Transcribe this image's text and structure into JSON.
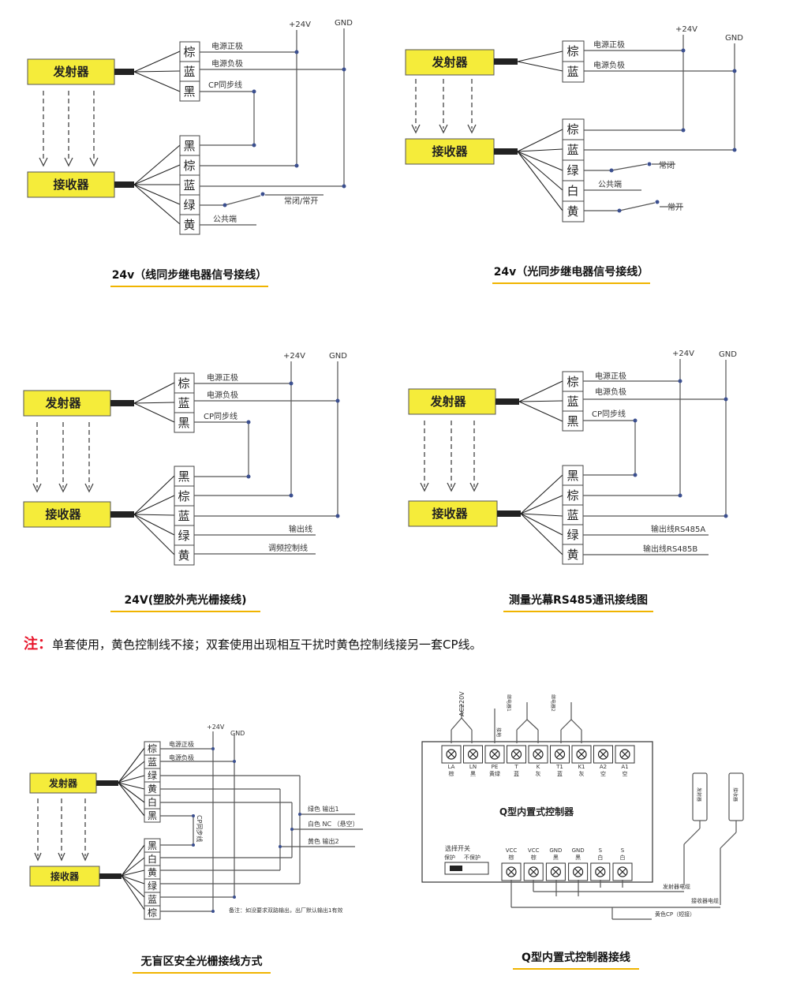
{
  "labels": {
    "emitter": "发射器",
    "receiver": "接收器",
    "plus24": "+24V",
    "gnd": "GND",
    "power_pos": "电源正极",
    "power_neg": "电源负极",
    "cp_sync": "CP同步线",
    "nc_no": "常闭/常开",
    "nc": "常闭",
    "no": "常开",
    "common": "公共端",
    "output_line": "输出线",
    "adjust_ctrl": "调频控制线",
    "rs485a": "输出线RS485A",
    "rs485b": "输出线RS485B"
  },
  "wire_colors": {
    "brown": "棕",
    "blue": "蓝",
    "black": "黑",
    "green": "绿",
    "yellow": "黄",
    "white": "白"
  },
  "captions": {
    "d1": "24v（线同步继电器信号接线）",
    "d2": "24v（光同步继电器信号接线）",
    "d3": "24V(塑胶外壳光栅接线)",
    "d4": "测量光幕RS485通讯接线图",
    "d5": "无盲区安全光栅接线方式",
    "d6": "Q型内置式控制器接线"
  },
  "note": {
    "mark": "注：",
    "text": "单套使用，黄色控制线不接；双套使用出现相互干扰时黄色控制线接另一套CP线。"
  },
  "d5": {
    "out1": "绿色  输出1",
    "nc": "白色  NC （悬空）",
    "out2": "黄色  输出2",
    "cp": "CP同步线",
    "remark": "备注：如没要求双路输出，出厂默认输出1有效"
  },
  "d6": {
    "title": "Q型内置式控制器",
    "ac220": "AC220V",
    "ground": "接地",
    "relay1": "继电器1",
    "relay2": "继电器2",
    "top_terms": [
      {
        "name": "LA",
        "sub": "棕"
      },
      {
        "name": "LN",
        "sub": "黑"
      },
      {
        "name": "PE",
        "sub": "黄绿"
      },
      {
        "name": "T",
        "sub": "蓝"
      },
      {
        "name": "K",
        "sub": "灰"
      },
      {
        "name": "T1",
        "sub": "蓝"
      },
      {
        "name": "K1",
        "sub": "灰"
      },
      {
        "name": "A2",
        "sub": "空"
      },
      {
        "name": "A1",
        "sub": "空"
      }
    ],
    "bottom_terms": [
      {
        "name": "VCC",
        "sub": "棕"
      },
      {
        "name": "VCC",
        "sub": "棕"
      },
      {
        "name": "GND",
        "sub": "黑"
      },
      {
        "name": "GND",
        "sub": "黑"
      },
      {
        "name": "S",
        "sub": "白"
      },
      {
        "name": "S",
        "sub": "白"
      }
    ],
    "switch_title": "选择开关",
    "protect": "保护",
    "no_protect": "不保护",
    "emitter_cable": "发射器电缆",
    "receiver_cable": "接收器电缆",
    "yellow_cp": "黄色CP（短接）",
    "tube_emitter": "发射器",
    "tube_receiver": "接收器"
  },
  "colors": {
    "device_fill": "#f5ec3a",
    "accent_red": "#e8142a",
    "underline": "#f0b400",
    "junction": "#3b4f8f"
  }
}
